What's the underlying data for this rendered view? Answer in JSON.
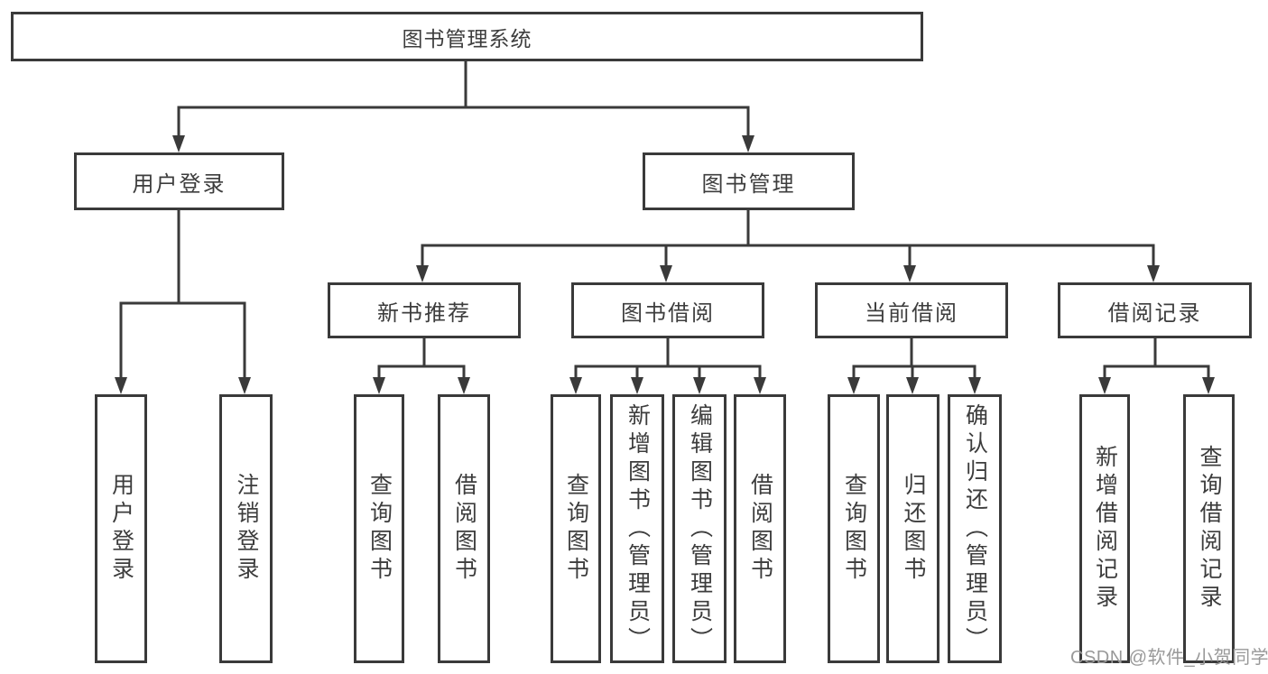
{
  "tree": {
    "root": "图书管理系统",
    "children": [
      {
        "label": "用户登录",
        "children": [
          "用户登录",
          "注销登录"
        ]
      },
      {
        "label": "图书管理",
        "children": [
          {
            "label": "新书推荐",
            "children": [
              "查询图书",
              "借阅图书"
            ]
          },
          {
            "label": "图书借阅",
            "children": [
              "查询图书",
              "新增图书（管理员）",
              "编辑图书（管理员）",
              "借阅图书"
            ]
          },
          {
            "label": "当前借阅",
            "children": [
              "查询图书",
              "归还图书",
              "确认归还（管理员）"
            ]
          },
          {
            "label": "借阅记录",
            "children": [
              "新增借阅记录",
              "查询借阅记录"
            ]
          }
        ]
      }
    ]
  },
  "watermark": {
    "text": "CSDN @软件_小贺同学"
  },
  "colors": {
    "line": "#3a3a3a",
    "text": "#3d3d3d",
    "background": "#ffffff",
    "watermark": "#999999"
  }
}
